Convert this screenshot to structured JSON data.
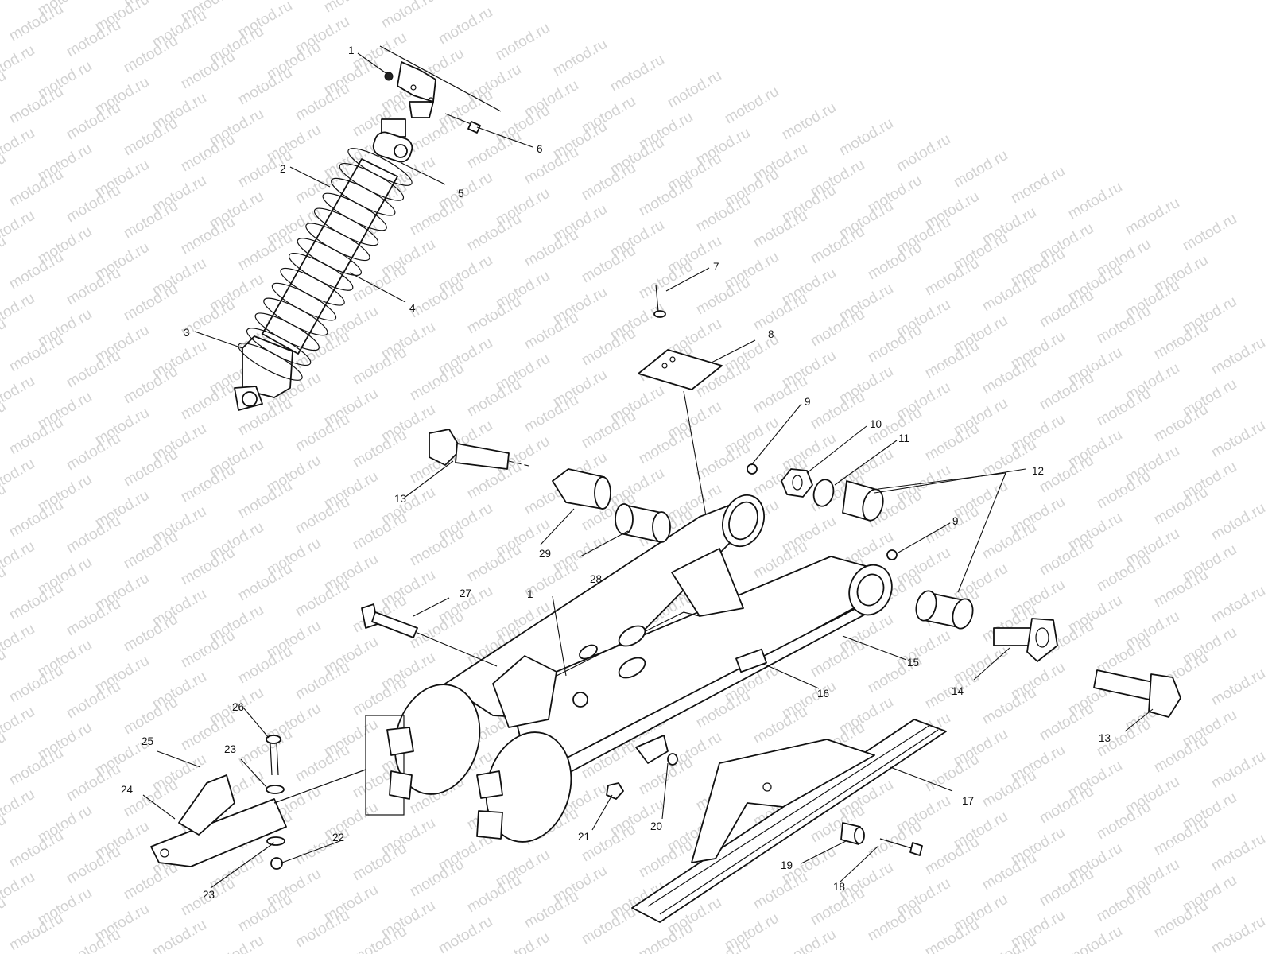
{
  "watermark": {
    "text": "motod.ru",
    "color": "#d2d2d2"
  },
  "callouts": [
    "1",
    "2",
    "3",
    "4",
    "5",
    "6",
    "7",
    "8",
    "9",
    "10",
    "11",
    "12",
    "13",
    "14",
    "15",
    "16",
    "17",
    "18",
    "19",
    "20",
    "21",
    "22",
    "23",
    "24",
    "25",
    "26",
    "27",
    "28",
    "29",
    "1",
    "9",
    "13",
    "23"
  ],
  "colors": {
    "line": "#111111",
    "background": "#ffffff"
  }
}
